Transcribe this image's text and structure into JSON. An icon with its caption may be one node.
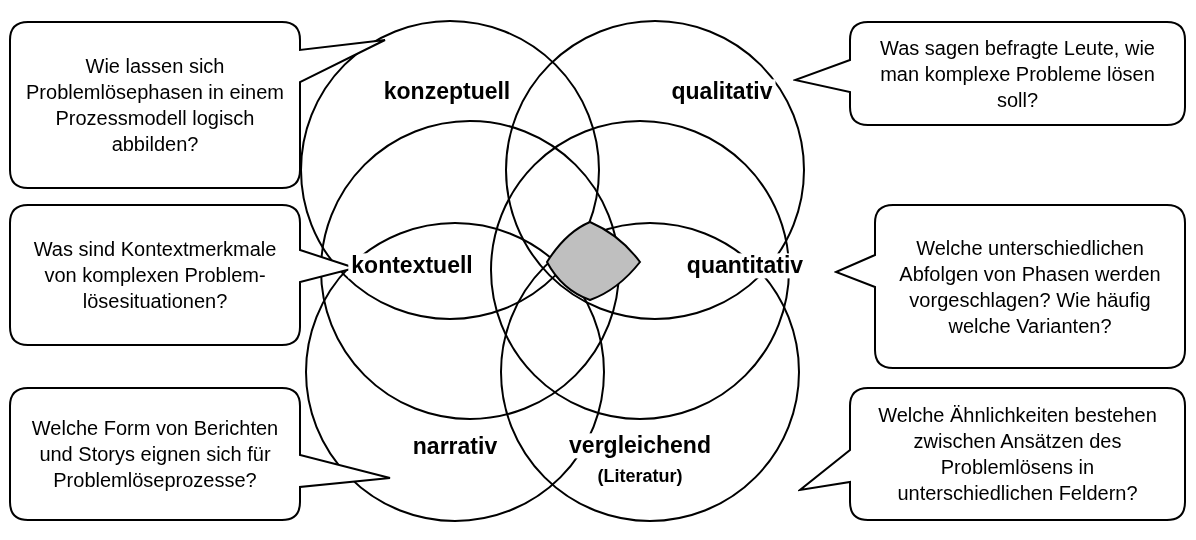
{
  "diagram": {
    "nodes": [
      {
        "text": [
          "konzeptuell"
        ]
      },
      {
        "text": [
          "qualitativ"
        ]
      },
      {
        "text": [
          "kontextuell"
        ]
      },
      {
        "text": [
          "quantitativ"
        ]
      },
      {
        "text": [
          "narrativ"
        ]
      },
      {
        "text": [
          "vergleichend",
          "(Literatur)"
        ]
      },
      {
        "text": [
          "Wie lassen sich Problemlösephasen in einem Prozessmodell logisch abbilden?"
        ]
      },
      {
        "text": [
          "Was sagen befragte Leute, wie man komplexe Probleme lösen soll?"
        ]
      },
      {
        "text": [
          "Was sind Kontextmerkmale von komplexen Problem-lösesituationen?"
        ]
      },
      {
        "text": [
          "Welche unterschiedlichen Abfolgen von Phasen werden vorgeschlagen? Wie häufig welche Varianten?"
        ]
      },
      {
        "text": [
          "Welche Form von Berichten und Storys eignen sich für Problemlöseprozesse?"
        ]
      },
      {
        "text": [
          "Welche Ähnlichkeiten bestehen zwischen Ansätzen des Problemlösens in unterschiedlichen Feldern?"
        ]
      },
      {
        "text": [],
        "shape": "diamond"
      }
    ]
  }
}
